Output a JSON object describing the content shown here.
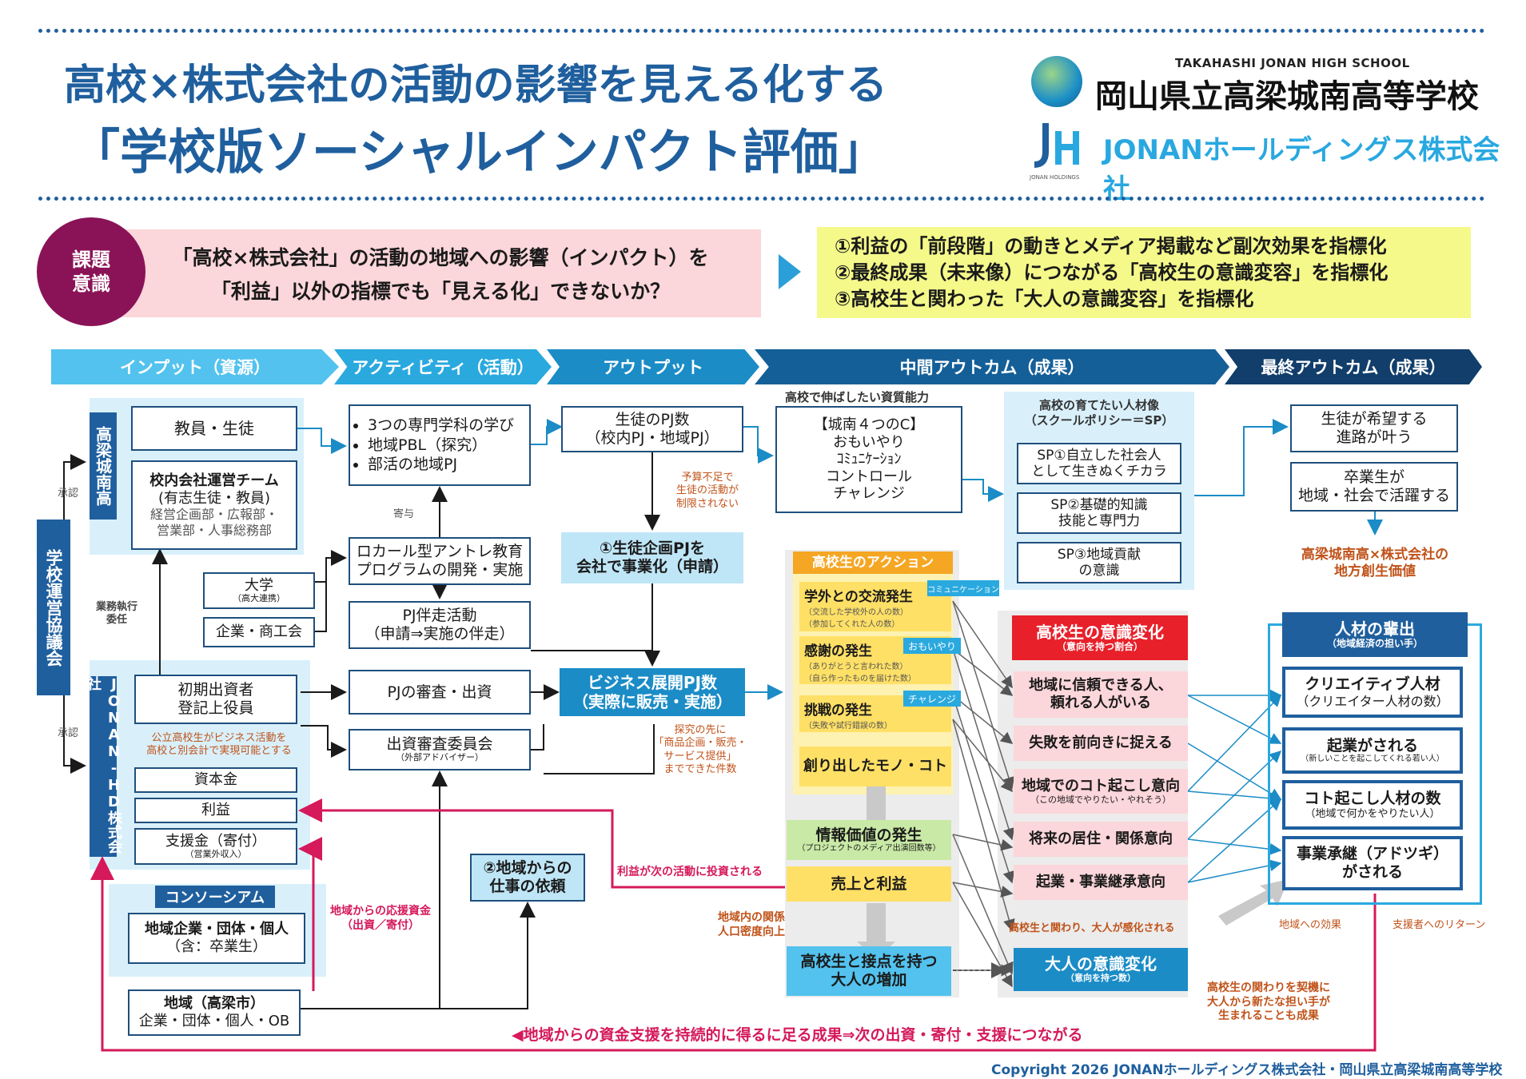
{
  "header": {
    "title_line1": "高校×株式会社の活動の影響を見える化する",
    "title_line2": "「学校版ソーシャルインパクト評価」",
    "school_en": "TAKAHASHI JONAN HIGH SCHOOL",
    "school_jp": "岡山県立高梁城南高等学校",
    "company": "JONANホールディングス株式会社",
    "logo_small": "JONAN HOLDINGS"
  },
  "issue": {
    "badge_line1": "課題",
    "badge_line2": "意識",
    "text_line1": "「高校×株式会社」の活動の地域への影響（インパクト）を",
    "text_line2": "「利益」以外の指標でも「見える化」できないか？",
    "points": [
      "①利益の「前段階」の動きとメディア掲載など副次効果を指標化",
      "②最終成果（未来像）につながる「高校生の意識変容」を指標化",
      "③高校生と関わった「大人の意識変容」を指標化"
    ]
  },
  "stages": [
    "インプット（資源）",
    "アクティビティ（活動）",
    "アウトプット",
    "中間アウトカム（成果）",
    "最終アウトカム（成果）"
  ],
  "input": {
    "school_label": "高梁城南高",
    "teachers": "教員・生徒",
    "team_title": "校内会社運営チーム",
    "team_sub": "(有志生徒・教員)",
    "team_depts_1": "経営企画部・広報部・",
    "team_depts_2": "営業部・人事総務部",
    "council": "学校運営協議会",
    "approve1": "承認",
    "approve2": "承認",
    "delegate_1": "業務執行",
    "delegate_2": "委任",
    "university": "大学",
    "university_sub": "（高大連携）",
    "business": "企業・商工会",
    "hd_label": "JONAN-HD株式会社",
    "investor_1": "初期出資者",
    "investor_2": "登記上役員",
    "hd_note_1": "公立高校生がビジネス活動を",
    "hd_note_2": "高校と別会計で実現可能とする",
    "capital": "資本金",
    "profit": "利益",
    "support": "支援金（寄付）",
    "support_sub": "（営業外収入）",
    "consortium": "コンソーシアム",
    "consortium_1": "地域企業・団体・個人",
    "consortium_2": "（含：卒業生）",
    "region_1": "地域（高梁市）",
    "region_2": "企業・団体・個人・OB"
  },
  "activity": {
    "learn_items": [
      "3つの専門学科の学び",
      "地域PBL（探究）",
      "部活の地域PJ"
    ],
    "donation": "寄与",
    "edu_1": "ロカール型アントレ教育",
    "edu_2": "プログラムの開発・実施",
    "pj_support_1": "PJ伴走活動",
    "pj_support_2": "（申請⇒実施の伴走）",
    "review": "PJの審査・出資",
    "committee": "出資審査委員会",
    "committee_sub": "（外部アドバイザー）",
    "request_1": "②地域からの",
    "request_2": "仕事の依頼"
  },
  "output": {
    "pj_count_1": "生徒のPJ数",
    "pj_count_2": "（校内PJ・地域PJ）",
    "budget_note_1": "予算不足で",
    "budget_note_2": "生徒の活動が",
    "budget_note_3": "制限されない",
    "plan_1": "①生徒企画PJを",
    "plan_2": "会社で事業化（申請）",
    "biz_1": "ビジネス展開PJ数",
    "biz_2": "（実際に販売・実施）",
    "explore_note_1": "探究の先に",
    "explore_note_2": "「商品企画・販売・",
    "explore_note_3": "サービス提供」",
    "explore_note_4": "までできた件数"
  },
  "mid": {
    "ability_header": "高校で伸ばしたい資質能力",
    "four_c_title": "【城南４つのC】",
    "four_c": [
      "おもいやり",
      "ｺﾐｭﾆｹｰｼｮﾝ",
      "コントロール",
      "チャレンジ"
    ],
    "sp_header_1": "高校の育てたい人材像",
    "sp_header_2": "（スクールポリシー＝SP）",
    "sp1_1": "SP①自立した社会人",
    "sp1_2": "として生きぬくチカラ",
    "sp2_1": "SP②基礎的知識",
    "sp2_2": "技能と専門力",
    "sp3_1": "SP③地域貢献",
    "sp3_2": "の意識",
    "action_header": "高校生のアクション",
    "exchange": "学外との交流発生",
    "exchange_tag": "コミュニケーション",
    "exchange_sub1": "（交流した学校外の人の数）",
    "exchange_sub2": "（参加してくれた人の数）",
    "thanks": "感謝の発生",
    "thanks_tag": "おもいやり",
    "thanks_sub1": "（ありがとうと言われた数）",
    "thanks_sub2": "（自ら作ったものを届けた数）",
    "challenge": "挑戦の発生",
    "challenge_tag": "チャレンジ",
    "challenge_sub": "（失敗や試行錯誤の数）",
    "creation": "創り出したモノ・コト",
    "info_1": "情報価値の発生",
    "info_2": "（プロジェクトのメディア出演回数等）",
    "sales": "売上と利益",
    "adults_1": "高校生と接点を持つ",
    "adults_2": "大人の増加",
    "region_note_1": "地域内の関係",
    "region_note_2": "人口密度向上",
    "change_header_1": "高校生の意識変化",
    "change_header_2": "（意向を持つ割合）",
    "changes": [
      [
        "地域に信頼できる人、",
        "頼れる人がいる"
      ],
      [
        "失敗を前向きに捉える"
      ],
      [
        "地域でのコト起こし意向",
        "（この地域でやりたい・やれそう）"
      ],
      [
        "将来の居住・関係意向"
      ],
      [
        "起業・事業継承意向"
      ]
    ],
    "adult_touch_note": "高校生と関わり、大人が感化される",
    "adult_change_1": "大人の意識変化",
    "adult_change_2": "（意向を持つ数）",
    "adult_note_1": "高校生の関わりを契機に",
    "adult_note_2": "大人から新たな担い手が",
    "adult_note_3": "生まれることも成果"
  },
  "final": {
    "path_1": "生徒が希望する",
    "path_2": "進路が叶う",
    "grad_1": "卒業生が",
    "grad_2": "地域・社会で活躍する",
    "value_1": "高梁城南高×株式会社の",
    "value_2": "地方創生価値",
    "talent_header_1": "人材の輩出",
    "talent_header_2": "（地域経済の担い手）",
    "creative_1": "クリエイティブ人材",
    "creative_2": "（クリエイター人材の数）",
    "startup_1": "起業がされる",
    "startup_2": "（新しいことを起こしてくれる若い人）",
    "koto_1": "コト起こし人材の数",
    "koto_2": "（地域で何かをやりたい人）",
    "succession_1": "事業承継（アドツギ）",
    "succession_2": "がされる",
    "effect_region": "地域への効果",
    "effect_supporter": "支援者へのリターン"
  },
  "flows": {
    "profit_invest": "利益が次の活動に投資される",
    "support_fund_1": "地域からの応援資金",
    "support_fund_2": "（出資／寄付）",
    "bottom_banner": "◀地域からの資金支援を持続的に得るに足る成果⇒次の出資・寄付・支援につながる"
  },
  "copyright": "Copyright 2026 JONANホールディングス株式会社・岡山県立高梁城南高等学校",
  "colors": {
    "navy": "#1f5f9e",
    "light_blue": "#d9f0fb",
    "pink": "#d5195b",
    "magenta": "#8a1357",
    "yellow": "#ffe066",
    "lime": "#f4f98a"
  }
}
